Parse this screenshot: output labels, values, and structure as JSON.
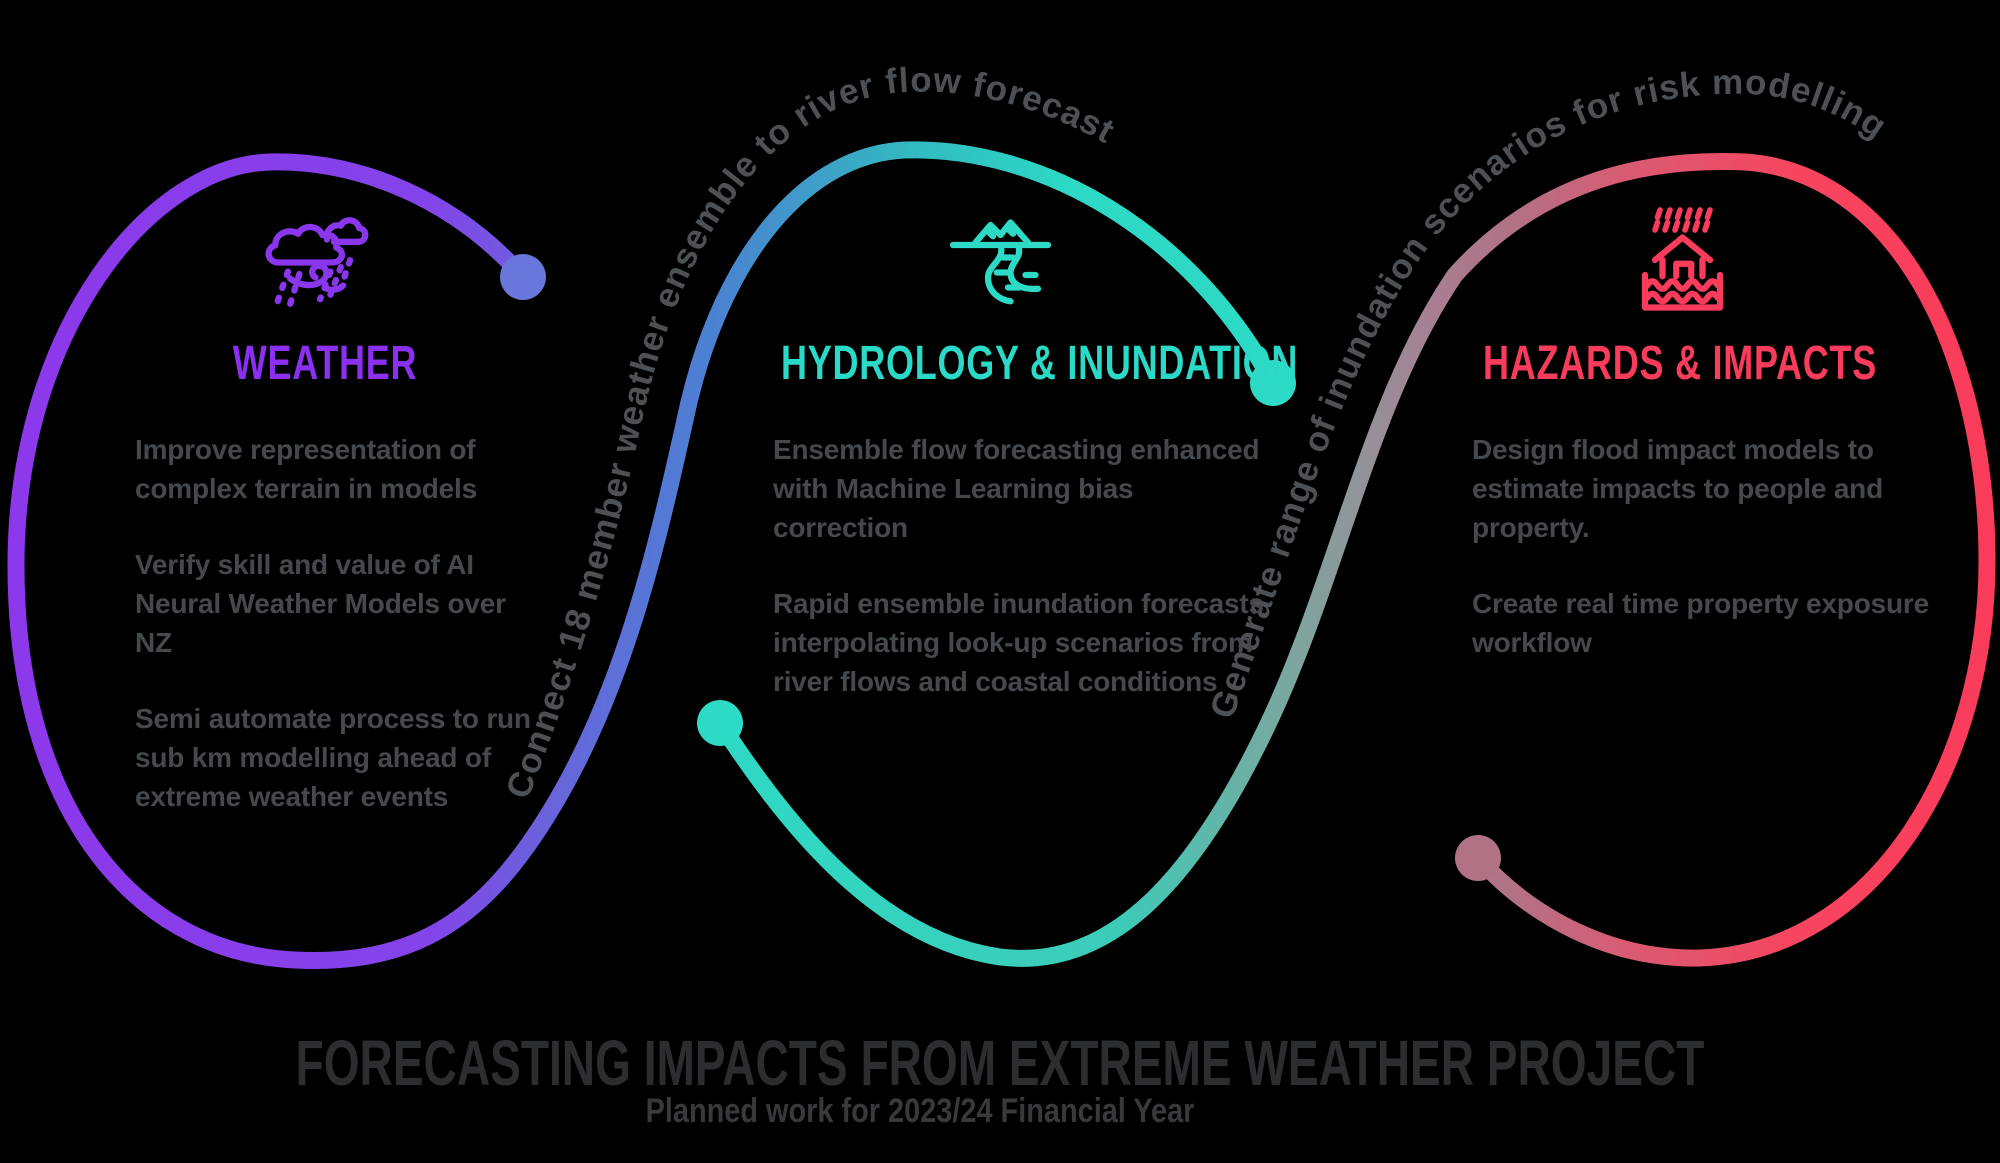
{
  "sections": [
    {
      "id": "weather",
      "title": "WEATHER",
      "icon": "storm-cloud-wind-rain-icon",
      "color": "#8B2FF0",
      "items": [
        "Improve representation of\ncomplex terrain in models",
        "Verify skill and value of AI\nNeural Weather Models over NZ",
        "Semi automate process to run\nsub km modelling ahead of\nextreme weather events"
      ]
    },
    {
      "id": "hydrology",
      "title": "HYDROLOGY & INUNDATION",
      "icon": "river-from-mountains-icon",
      "color": "#2DDAC5",
      "items": [
        "Ensemble flow forecasting enhanced\nwith Machine Learning bias correction",
        "Rapid ensemble inundation forecasts\ninterpolating look-up scenarios from\nriver flows and coastal conditions"
      ]
    },
    {
      "id": "hazards",
      "title": "HAZARDS & IMPACTS",
      "icon": "flooded-house-rain-icon",
      "color": "#FA3C5C",
      "items": [
        "Design flood impact models to\nestimate impacts to people and\nproperty.",
        "Create real time property exposure\nworkflow"
      ]
    }
  ],
  "connectors": [
    {
      "label": "Connect 18 member weather ensemble to river flow forecast"
    },
    {
      "label": "Generate range of inundation scenarios for risk modelling"
    }
  ],
  "footer": {
    "title": "FORECASTING IMPACTS FROM EXTREME WEATHER PROJECT",
    "subtitle": "Planned work for 2023/24 Financial Year"
  },
  "palette": {
    "purple": "#8B2FF0",
    "blue": "#4A82D2",
    "teal": "#2DDAC5",
    "mauve": "#B17286",
    "red": "#FA3C5C",
    "body_text": "#45494C",
    "connector_text": "#4D5154",
    "footer_text": "#2B2D2E",
    "background": "#000000"
  }
}
